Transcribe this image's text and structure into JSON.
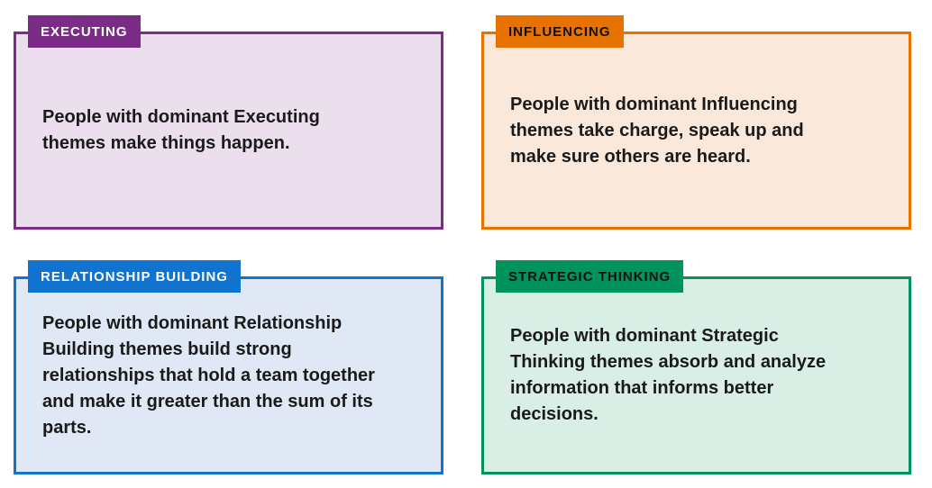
{
  "page": {
    "background_color": "#ffffff",
    "text_color": "#1a1a1a"
  },
  "cards": [
    {
      "id": "executing",
      "title": "EXECUTING",
      "description": [
        "People with dominant Executing",
        "themes make things happen."
      ],
      "accent_color": "#7b2c87",
      "background_color": "#ebdfee",
      "badge_text_color": "#ffffff"
    },
    {
      "id": "influencing",
      "title": "INFLUENCING",
      "description": [
        "People with dominant Influencing",
        "themes take charge, speak up and",
        "make sure others are heard."
      ],
      "accent_color": "#e87200",
      "background_color": "#fae9da",
      "badge_text_color": "#111111"
    },
    {
      "id": "relationship-building",
      "title": "RELATIONSHIP BUILDING",
      "description": [
        "People with dominant Relationship",
        "Building themes build strong",
        "relationships that hold a team together",
        "and make it greater than the sum of its",
        "parts."
      ],
      "accent_color": "#1173d0",
      "background_color": "#dfe8f4",
      "badge_text_color": "#ffffff"
    },
    {
      "id": "strategic-thinking",
      "title": "STRATEGIC THINKING",
      "description": [
        "People with dominant Strategic",
        "Thinking themes absorb and analyze",
        "information that informs better",
        "decisions."
      ],
      "accent_color": "#00935b",
      "background_color": "#d9eee4",
      "badge_text_color": "#111111"
    }
  ]
}
